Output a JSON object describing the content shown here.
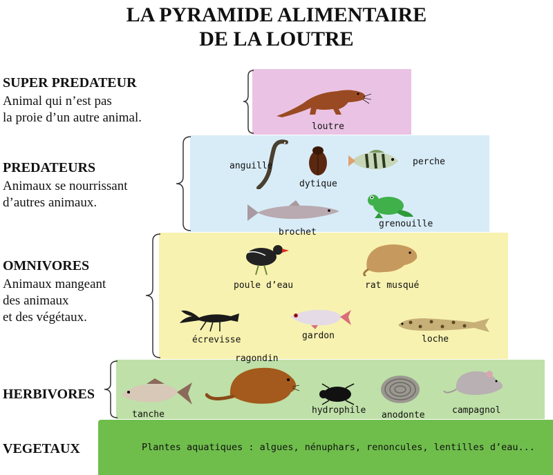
{
  "title": {
    "line1": "LA PYRAMIDE ALIMENTAIRE",
    "line2": "DE LA LOUTRE"
  },
  "levels": {
    "super": {
      "head": "SUPER PREDATEUR",
      "desc1": "Animal qui n’est pas",
      "desc2": "la proie d’un autre animal."
    },
    "pred": {
      "head": "PREDATEURS",
      "desc1": "Animaux se nourrissant",
      "desc2": "d’autres animaux."
    },
    "omni": {
      "head": "OMNIVORES",
      "desc1": "Animaux mangeant",
      "desc2": "des animaux",
      "desc3": "et des végétaux."
    },
    "herb": {
      "head": "HERBIVORES"
    },
    "veg": {
      "head": "VEGETAUX",
      "text": "Plantes aquatiques : algues, nénuphars, renoncules, lentilles d’eau..."
    }
  },
  "animals": {
    "loutre": "loutre",
    "anguille": "anguille",
    "dytique": "dytique",
    "perche": "perche",
    "brochet": "brochet",
    "grenouille": "grenouille",
    "poule": "poule d’eau",
    "rat": "rat musqué",
    "ecrevisse": "écrevisse",
    "gardon": "gardon",
    "loche": "loche",
    "ragondin": "ragondin",
    "tanche": "tanche",
    "hydrophile": "hydrophile",
    "anodonte": "anodonte",
    "campagnol": "campagnol"
  },
  "colors": {
    "super_band": "#eac3e4",
    "pred_band": "#d8ecf8",
    "omni_band": "#f8f2b0",
    "herb_band": "#bfe0a8",
    "veg_band": "#6fbe4c"
  }
}
